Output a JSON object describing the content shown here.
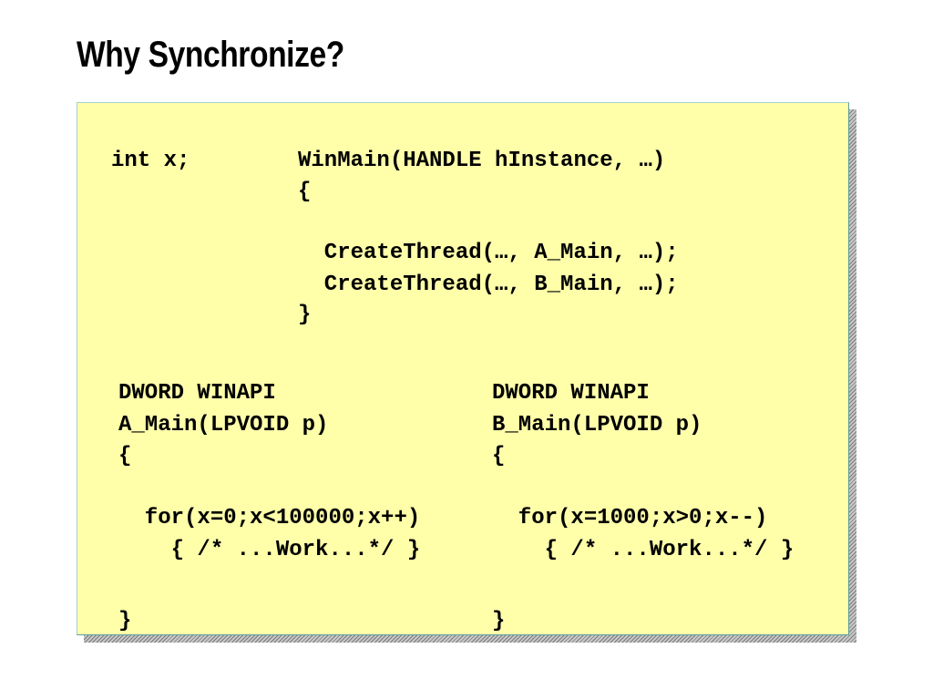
{
  "title": "Why Synchronize?",
  "global_decl": "int x;",
  "winmain": {
    "line1": "WinMain(HANDLE hInstance, …)",
    "open": "{",
    "line2": "  CreateThread(…, A_Main, …);",
    "line3": "  CreateThread(…, B_Main, …);",
    "close": "}"
  },
  "thread_a": {
    "line1": "DWORD WINAPI",
    "line2": "A_Main(LPVOID p)",
    "open": "{",
    "line3": "  for(x=0;x<100000;x++)",
    "line4": "    { /* ...Work...*/ }",
    "close": "}"
  },
  "thread_b": {
    "line1": "DWORD WINAPI",
    "line2": "B_Main(LPVOID p)",
    "open": "{",
    "line3": "  for(x=1000;x>0;x--)",
    "line4": "    { /* ...Work...*/ }",
    "close": "}"
  }
}
